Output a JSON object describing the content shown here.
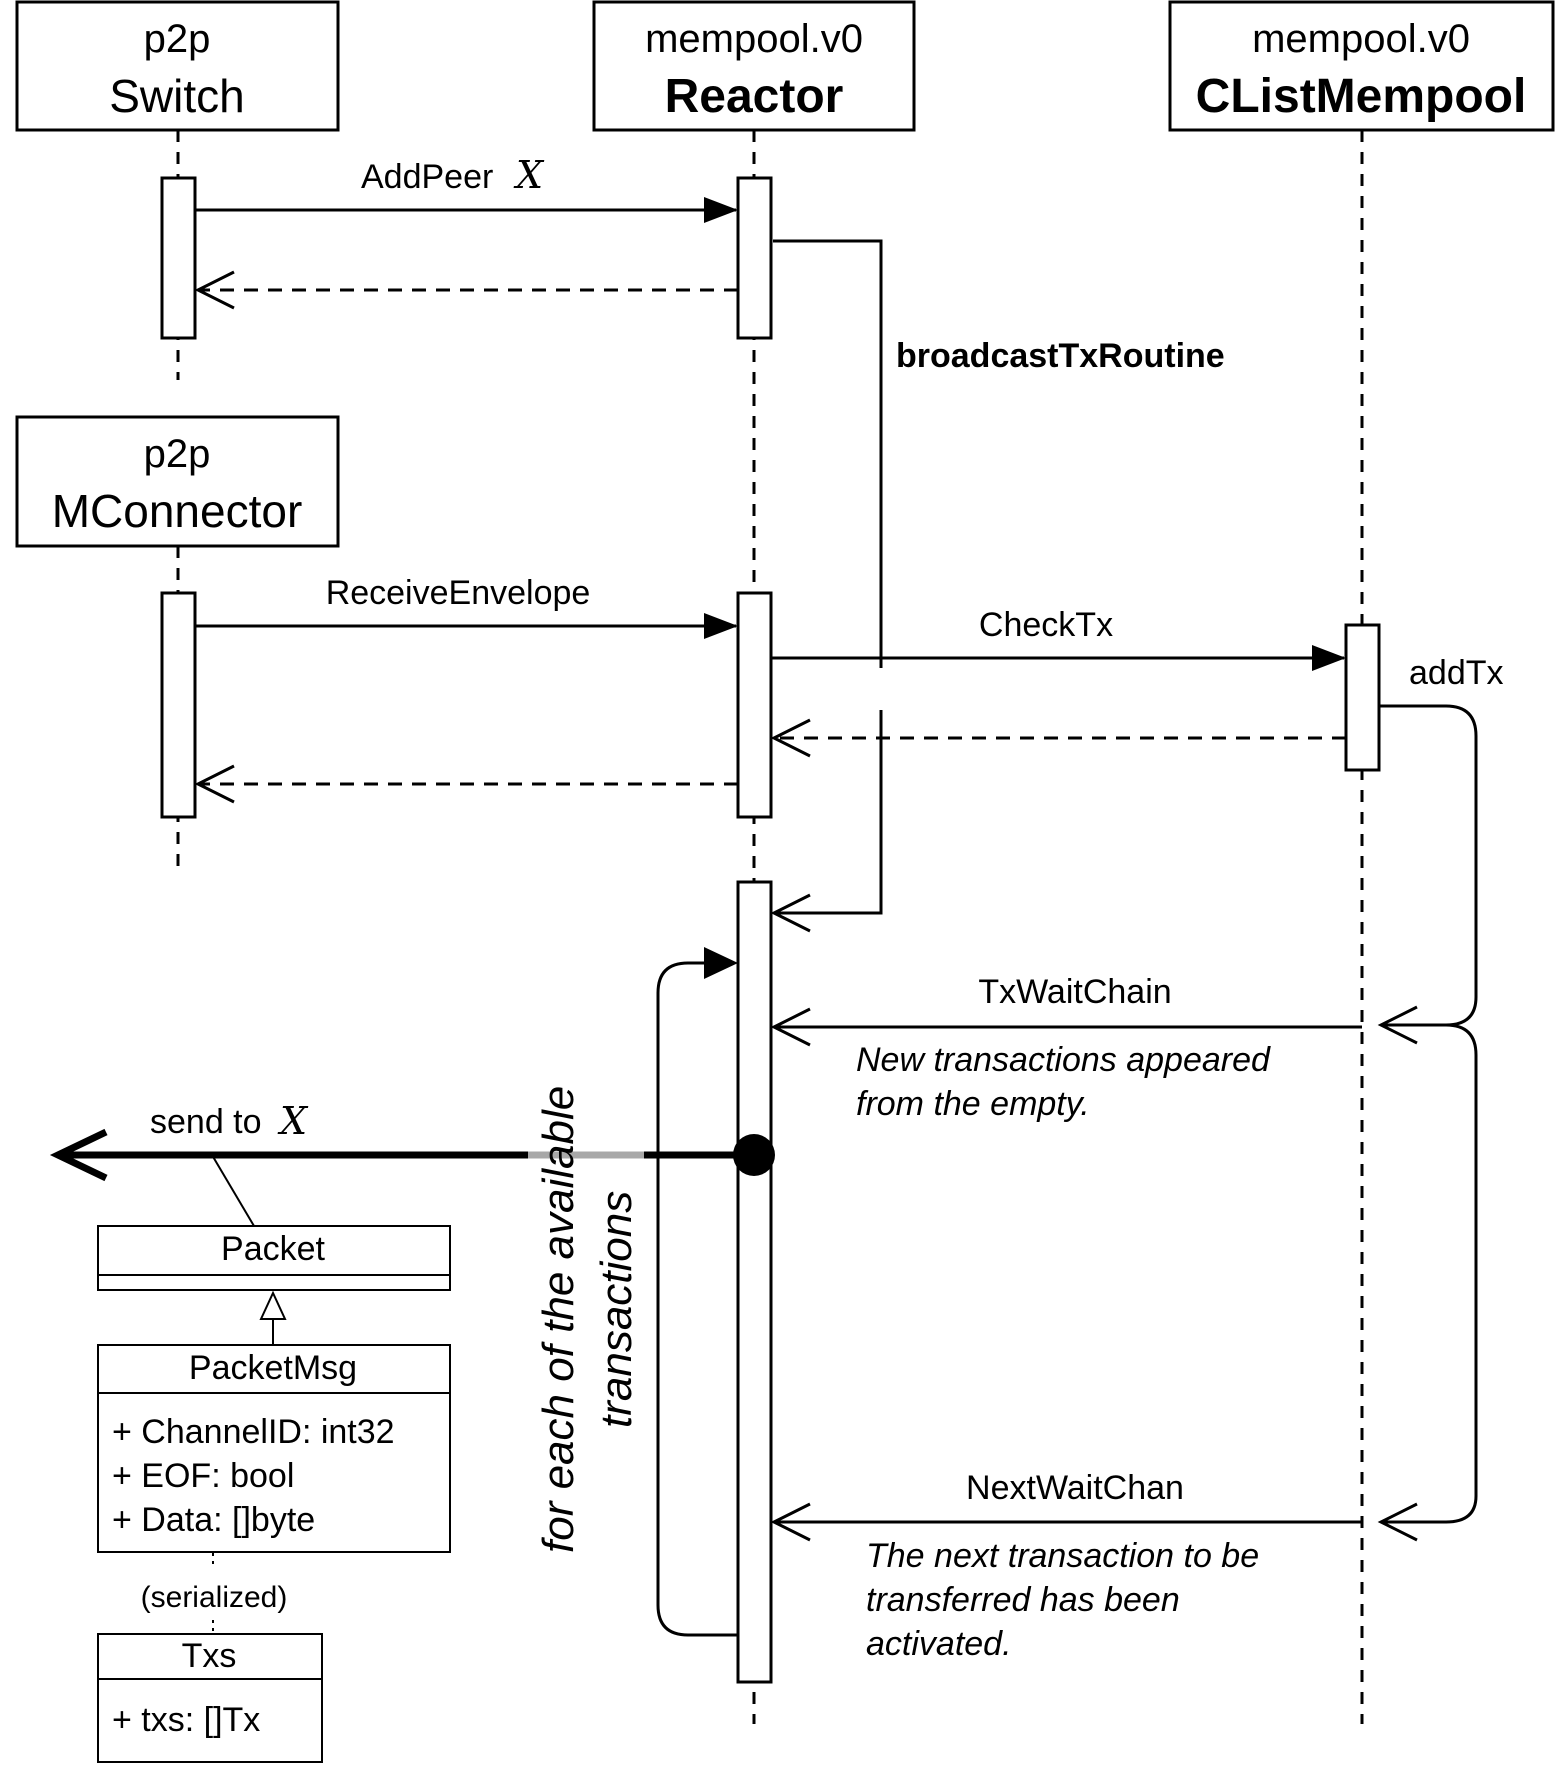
{
  "participants": {
    "switch": {
      "package": "p2p",
      "name": "Switch"
    },
    "reactor": {
      "package": "mempool.v0",
      "name": "Reactor"
    },
    "clist": {
      "package": "mempool.v0",
      "name": "CListMempool"
    },
    "mconnector": {
      "package": "p2p",
      "name": "MConnector"
    }
  },
  "messages": {
    "add_peer": "AddPeer",
    "peer_var": "X",
    "broadcast_routine": "broadcastTxRoutine",
    "receive_envelope": "ReceiveEnvelope",
    "check_tx": "CheckTx",
    "add_tx": "addTx",
    "tx_wait_chain": "TxWaitChain",
    "next_wait_chan": "NextWaitChan",
    "send_to": "send to",
    "send_var": "X"
  },
  "notes": {
    "tx_wait_line1": "New transactions appeared",
    "tx_wait_line2": "from the empty.",
    "next_wait_line1": "The next transaction to be",
    "next_wait_line2": "transferred has been",
    "next_wait_line3": "activated."
  },
  "loop": {
    "line1": "for each of the available",
    "line2": "transactions"
  },
  "classes": {
    "packet": {
      "name": "Packet"
    },
    "packet_msg": {
      "name": "PacketMsg",
      "fields": [
        "+ ChannelID: int32",
        "+ EOF: bool",
        "+ Data: []byte"
      ]
    },
    "serialized": "(serialized)",
    "txs": {
      "name": "Txs",
      "fields": [
        "+ txs: []Tx"
      ]
    }
  }
}
